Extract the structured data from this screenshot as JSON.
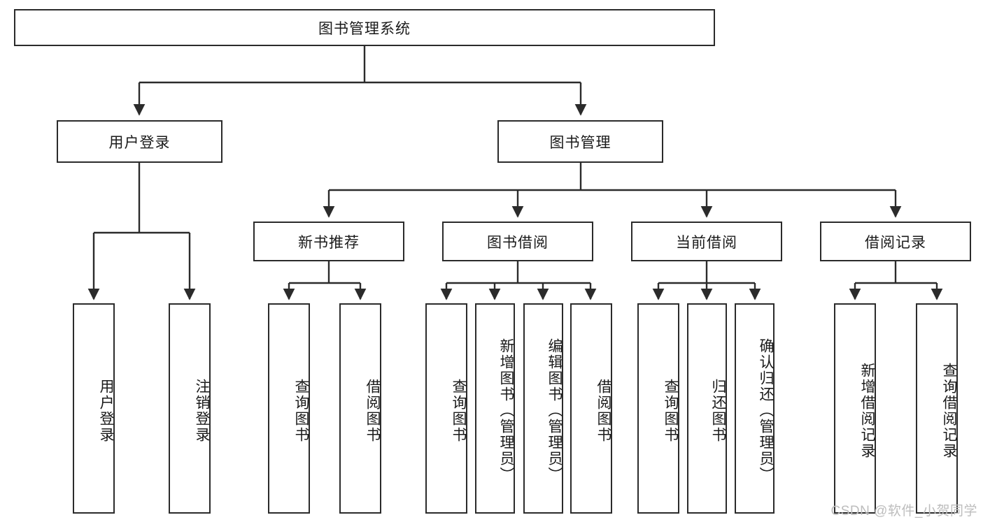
{
  "diagram": {
    "title": "图书管理系统",
    "watermark": "CSDN @软件_小贺同学",
    "colors": {
      "stroke": "#2b2b2b",
      "fill": "#ffffff",
      "text": "#1a1a1a",
      "watermark": "#bdbdbd"
    },
    "root": {
      "label": "图书管理系统"
    },
    "level2": [
      {
        "label": "用户登录"
      },
      {
        "label": "图书管理"
      }
    ],
    "level3": [
      {
        "label": "新书推荐"
      },
      {
        "label": "图书借阅"
      },
      {
        "label": "当前借阅"
      },
      {
        "label": "借阅记录"
      }
    ],
    "leaves": {
      "user_login": [
        {
          "label": "用户登录"
        },
        {
          "label": "注销登录"
        }
      ],
      "new_book_recommend": [
        {
          "label": "查询图书"
        },
        {
          "label": "借阅图书"
        }
      ],
      "book_borrow": [
        {
          "label": "查询图书"
        },
        {
          "label": "新增图书（管理员）"
        },
        {
          "label": "编辑图书（管理员）"
        },
        {
          "label": "借阅图书"
        }
      ],
      "current_borrow": [
        {
          "label": "查询图书"
        },
        {
          "label": "归还图书"
        },
        {
          "label": "确认归还（管理员）"
        }
      ],
      "borrow_record": [
        {
          "label": "新增借阅记录"
        },
        {
          "label": "查询借阅记录"
        }
      ]
    }
  }
}
